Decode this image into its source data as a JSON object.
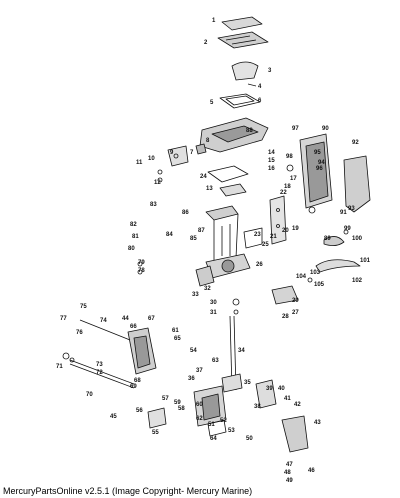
{
  "footer": "MercuryPartsOnline v2.5.1 (Image Copyright- Mercury Marine)",
  "callouts": [
    "1",
    "2",
    "3",
    "4",
    "5",
    "6",
    "7",
    "8",
    "9",
    "10",
    "11",
    "12",
    "13",
    "14",
    "15",
    "16",
    "17",
    "18",
    "19",
    "20",
    "21",
    "22",
    "23",
    "24",
    "25",
    "26",
    "27",
    "28",
    "29",
    "30",
    "31",
    "32",
    "33",
    "34",
    "35",
    "36",
    "37",
    "38",
    "39",
    "40",
    "41",
    "42",
    "43",
    "44",
    "45",
    "46",
    "47",
    "48",
    "49",
    "50",
    "51",
    "52",
    "53",
    "54",
    "55",
    "56",
    "57",
    "58",
    "59",
    "60",
    "61",
    "62",
    "63",
    "64",
    "65",
    "66",
    "67",
    "68",
    "69",
    "70",
    "71",
    "72",
    "73",
    "74",
    "75",
    "76",
    "77",
    "78",
    "79",
    "80",
    "81",
    "82",
    "83",
    "84",
    "85",
    "86",
    "87",
    "88",
    "89",
    "90",
    "91",
    "92",
    "93",
    "94",
    "95",
    "96",
    "97",
    "98",
    "99",
    "100",
    "101",
    "102",
    "103",
    "104",
    "105"
  ]
}
